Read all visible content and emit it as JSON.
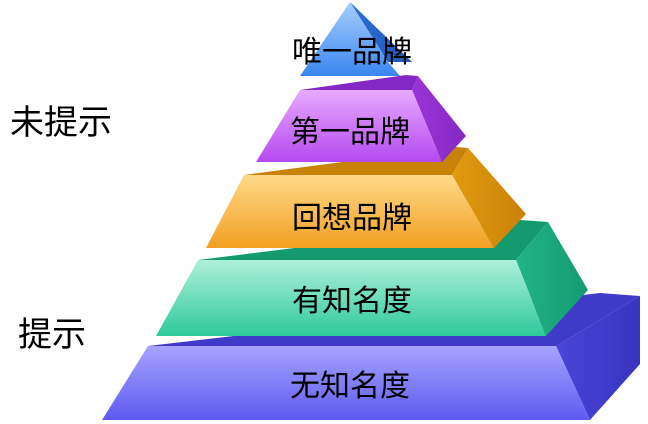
{
  "side_labels": {
    "upper": "未提示",
    "lower": "提示"
  },
  "tiers": [
    {
      "label": "唯一品牌",
      "color": "#5a9ff0"
    },
    {
      "label": "第一品牌",
      "color": "#c060f0"
    },
    {
      "label": "回想品牌",
      "color": "#f5b03a"
    },
    {
      "label": "有知名度",
      "color": "#3dd6a8"
    },
    {
      "label": "无知名度",
      "color": "#6a66f0"
    }
  ]
}
